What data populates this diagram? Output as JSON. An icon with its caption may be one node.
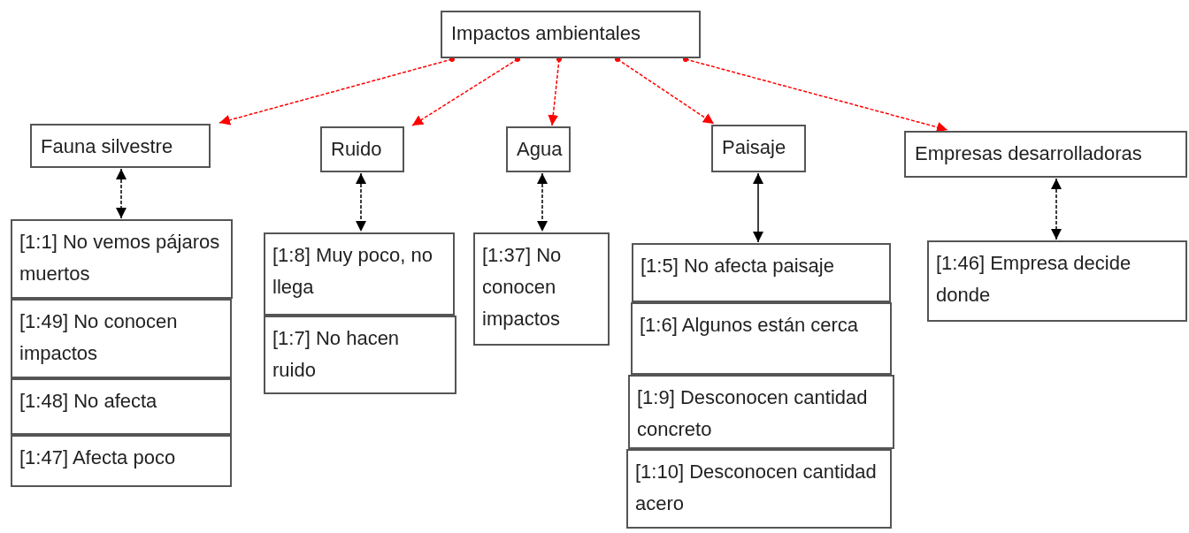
{
  "diagram": {
    "nodes": [
      {
        "text": [
          "Impactos ambientales"
        ]
      },
      {
        "text": [
          "Fauna silvestre"
        ]
      },
      {
        "text": [
          "Ruido"
        ]
      },
      {
        "text": [
          "Agua"
        ]
      },
      {
        "text": [
          "Paisaje"
        ]
      },
      {
        "text": [
          "Empresas desarrolladoras"
        ]
      },
      {
        "text": [
          "[1:1] No vemos pájaros muertos"
        ]
      },
      {
        "text": [
          "[1:49] No conocen impactos"
        ]
      },
      {
        "text": [
          "[1:48] No afecta"
        ]
      },
      {
        "text": [
          "[1:47] Afecta poco"
        ]
      },
      {
        "text": [
          "[1:8] Muy poco, no llega"
        ]
      },
      {
        "text": [
          "[1:7] No hacen ruido"
        ]
      },
      {
        "text": [
          "[1:37] No conocen impactos"
        ]
      },
      {
        "text": [
          "[1:5] No afecta paisaje"
        ]
      },
      {
        "text": [
          "[1:6] Algunos están cerca"
        ]
      },
      {
        "text": [
          "[1:9] Desconocen cantidad concreto"
        ]
      },
      {
        "text": [
          "[1:10] Desconocen cantidad acero"
        ]
      },
      {
        "text": [
          "[1:46] Empresa decide donde"
        ]
      }
    ],
    "edges": [
      {
        "from": 0,
        "to": 1,
        "arrow": "to",
        "style": "dashed",
        "color": "#ff0000"
      },
      {
        "from": 0,
        "to": 2,
        "arrow": "to",
        "style": "dashed",
        "color": "#ff0000"
      },
      {
        "from": 0,
        "to": 3,
        "arrow": "to",
        "style": "dashed",
        "color": "#ff0000"
      },
      {
        "from": 0,
        "to": 4,
        "arrow": "to",
        "style": "dashed",
        "color": "#ff0000"
      },
      {
        "from": 0,
        "to": 5,
        "arrow": "to",
        "style": "dashed",
        "color": "#ff0000"
      },
      {
        "from": 1,
        "to": 6,
        "arrow": "both",
        "style": "dashed",
        "color": "#000000"
      },
      {
        "from": 2,
        "to": 10,
        "arrow": "both",
        "style": "dashed",
        "color": "#000000"
      },
      {
        "from": 3,
        "to": 12,
        "arrow": "both",
        "style": "dashed",
        "color": "#000000"
      },
      {
        "from": 4,
        "to": 13,
        "arrow": "both",
        "color": "#000000"
      },
      {
        "from": 5,
        "to": 17,
        "arrow": "both",
        "style": "dashed",
        "color": "#000000"
      }
    ]
  }
}
